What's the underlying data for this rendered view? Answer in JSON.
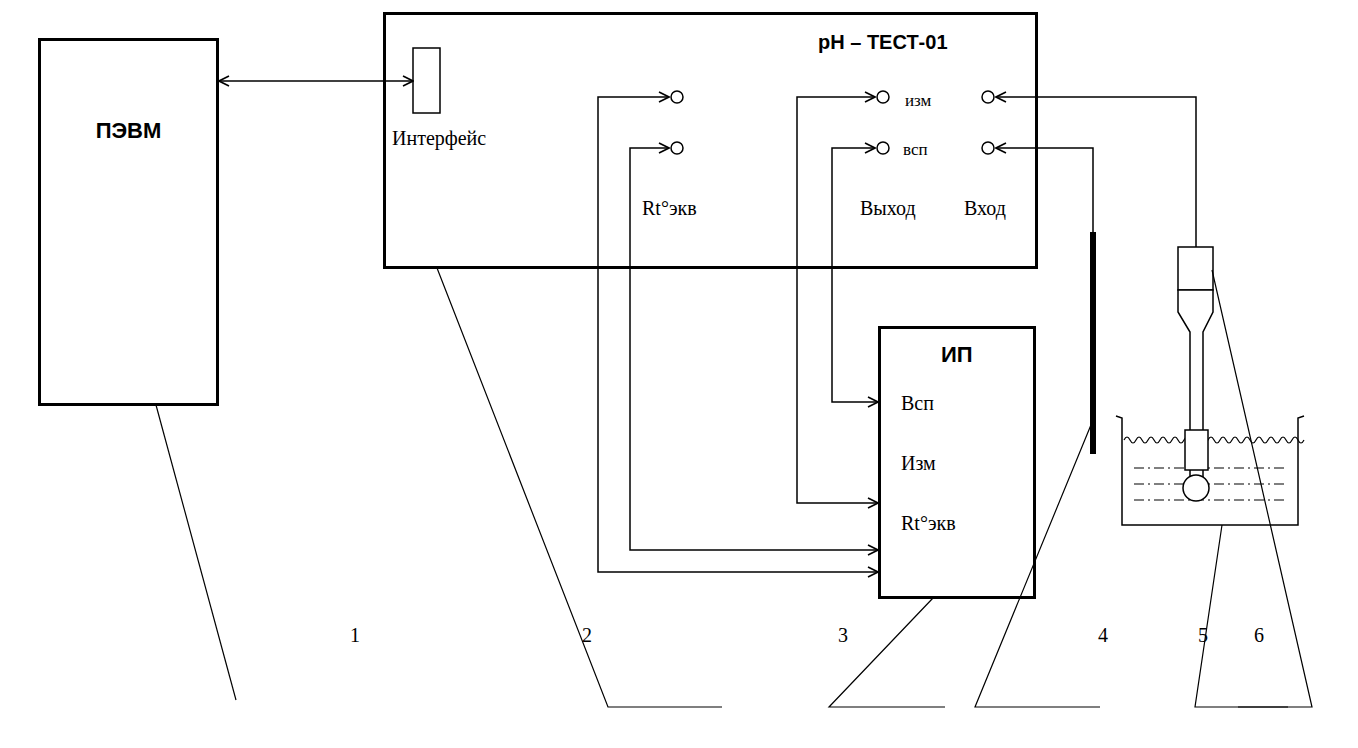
{
  "diagram": {
    "nodes": [
      {
        "text": [
          "ПЭВМ"
        ]
      },
      {
        "text": [
          "pH – ТЕСТ-01",
          "Интерфейс",
          "Rt°экв",
          "изм",
          "всп",
          "Выход",
          "Вход"
        ]
      },
      {
        "text": [
          "ИП",
          "Всп",
          "Изм",
          "Rt°экв"
        ]
      }
    ],
    "edges": [
      {
        "from": 0,
        "to": 1,
        "arrow": "both"
      },
      {
        "from": 1,
        "to": 2,
        "arrow": "both"
      },
      {
        "from": 1,
        "to": 2,
        "arrow": "both"
      },
      {
        "from": 1,
        "to": 2,
        "arrow": "both"
      },
      {
        "from": 1,
        "to": 2,
        "arrow": "both"
      }
    ],
    "labels": [
      "1",
      "2",
      "3",
      "4",
      "5",
      "6"
    ]
  }
}
